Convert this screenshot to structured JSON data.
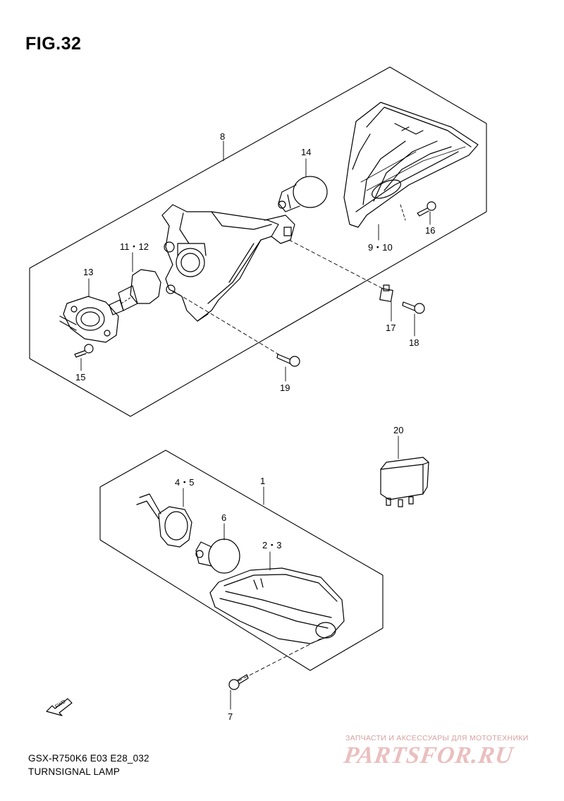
{
  "figure": {
    "title": "FIG.32",
    "model_code": "GSX-R750K6 E03 E28_032",
    "caption": "TURNSIGNAL LAMP"
  },
  "callouts": {
    "c1": "1",
    "c2_3": "2・3",
    "c4_5": "4・5",
    "c6": "6",
    "c7": "7",
    "c8": "8",
    "c9_10": "9・10",
    "c11_12": "11・12",
    "c13": "13",
    "c14": "14",
    "c15": "15",
    "c16": "16",
    "c17": "17",
    "c18": "18",
    "c19": "19",
    "c20": "20"
  },
  "fwd_label": "FWD",
  "watermark": {
    "tagline": "ЗАПЧАСТИ И АКСЕССУАРЫ ДЛЯ МОТОТЕХНИКИ",
    "logo": "PARTSFOR.RU"
  }
}
